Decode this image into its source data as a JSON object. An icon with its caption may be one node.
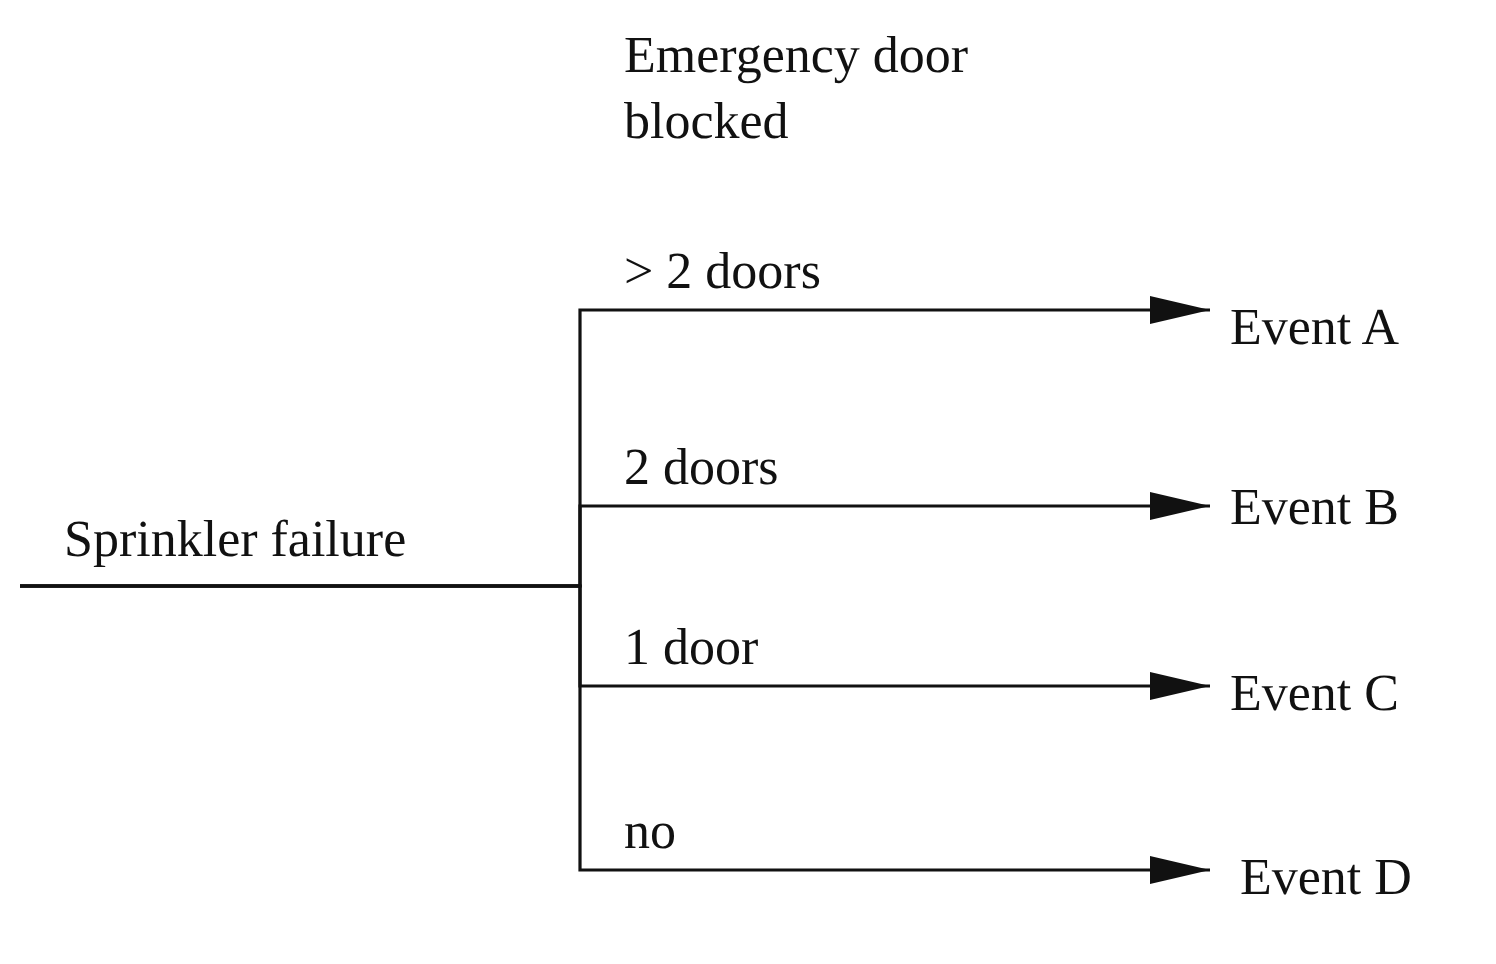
{
  "diagram": {
    "nodes": [
      {
        "text": [
          "Sprinkler failure"
        ]
      },
      {
        "text": [
          "Event A"
        ]
      },
      {
        "text": [
          "Event B"
        ]
      },
      {
        "text": [
          "Event C"
        ]
      },
      {
        "text": [
          "Event D"
        ]
      }
    ],
    "edges": [
      {
        "from": 0,
        "to": 1,
        "arrow": "to",
        "label": "> 2 doors"
      },
      {
        "from": 0,
        "to": 2,
        "arrow": "to",
        "label": "2 doors"
      },
      {
        "from": 0,
        "to": 3,
        "arrow": "to",
        "label": "1 door"
      },
      {
        "from": 0,
        "to": 4,
        "arrow": "to",
        "label": "no"
      }
    ],
    "labels": [
      "Emergency door blocked"
    ]
  }
}
